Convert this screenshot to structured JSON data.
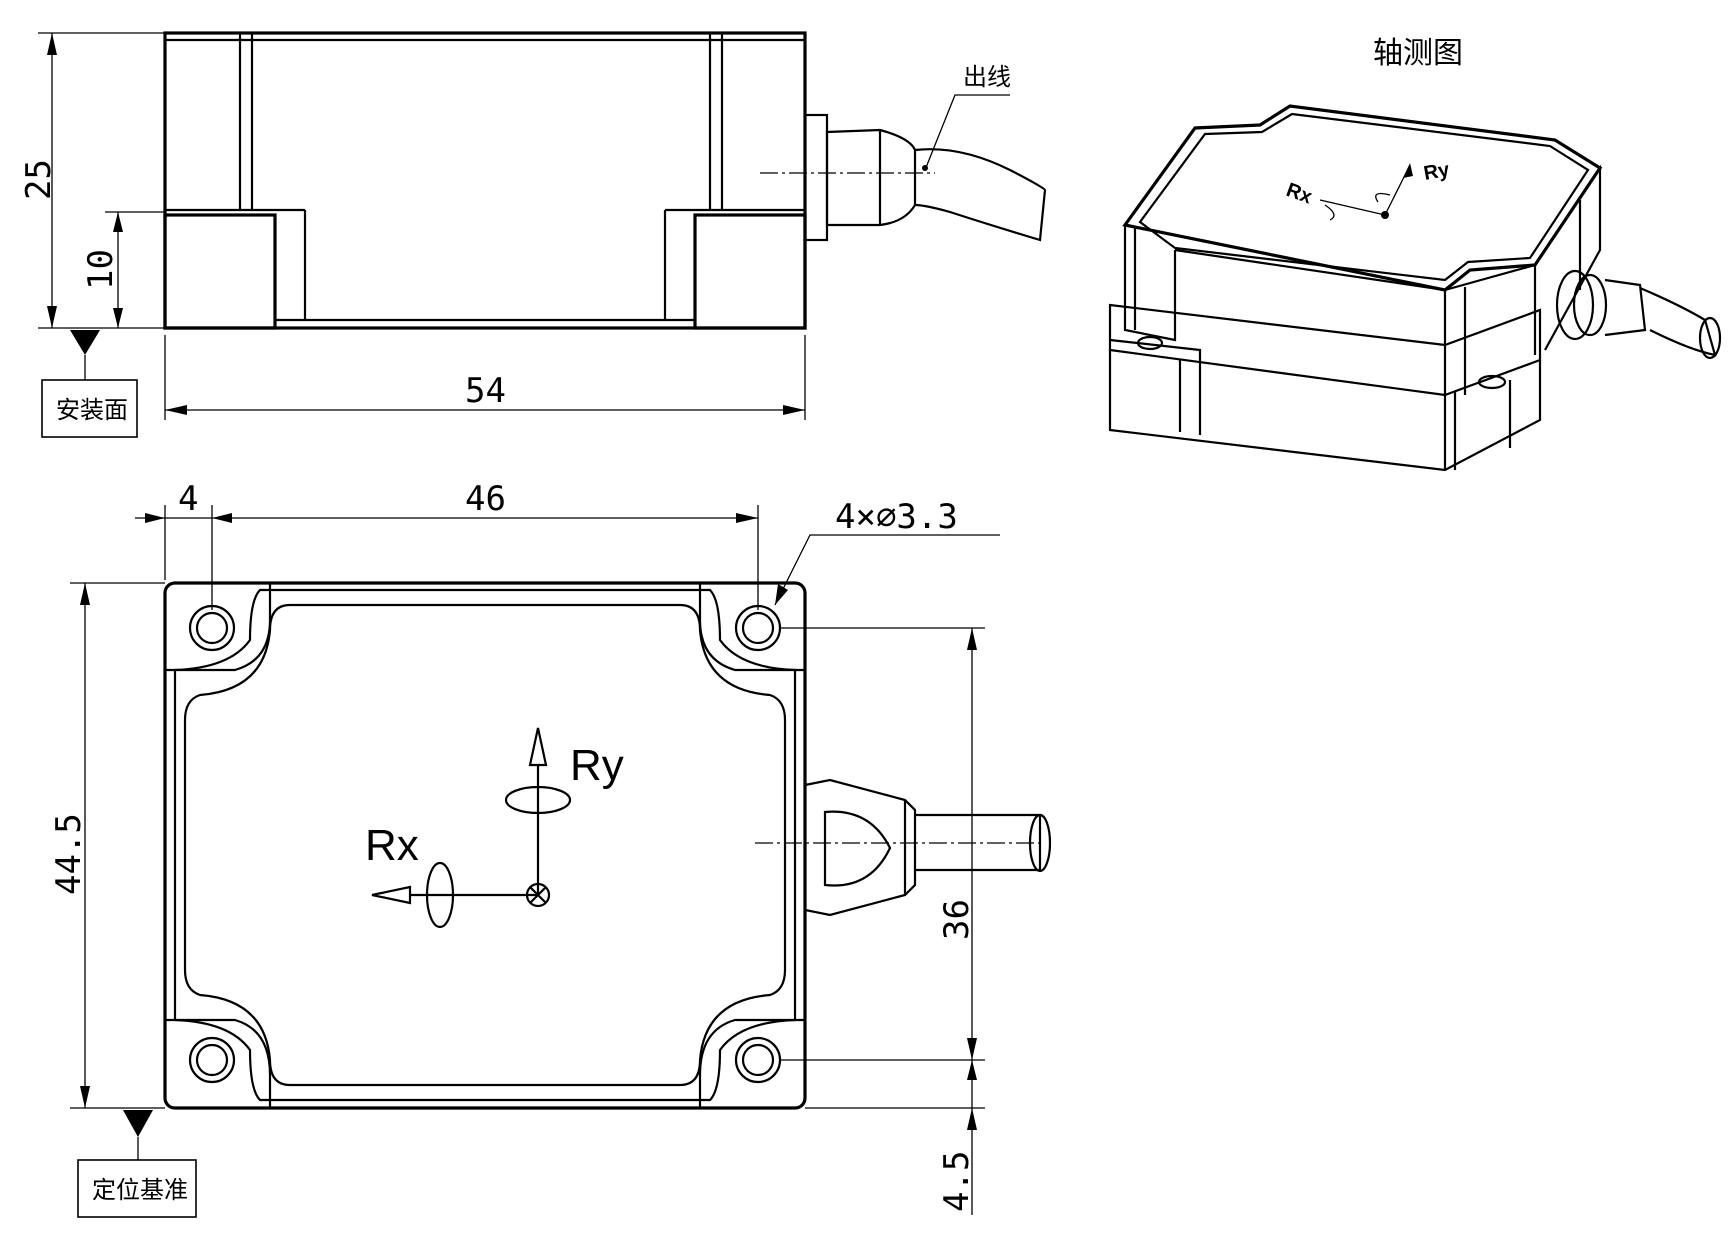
{
  "labels": {
    "isometric_view": "轴测图",
    "cable_outlet": "出线",
    "mounting_surface": "安装面",
    "positioning_datum": "定位基准"
  },
  "dimensions": {
    "height_total": "25",
    "height_base": "10",
    "length": "54",
    "hole_offset": "4",
    "hole_spacing_x": "46",
    "hole_callout": "4×∅3.3",
    "width_total": "44.5",
    "hole_spacing_y": "36",
    "hole_offset_y": "4.5"
  },
  "axes": {
    "rx": "Rx",
    "ry": "Ry"
  }
}
